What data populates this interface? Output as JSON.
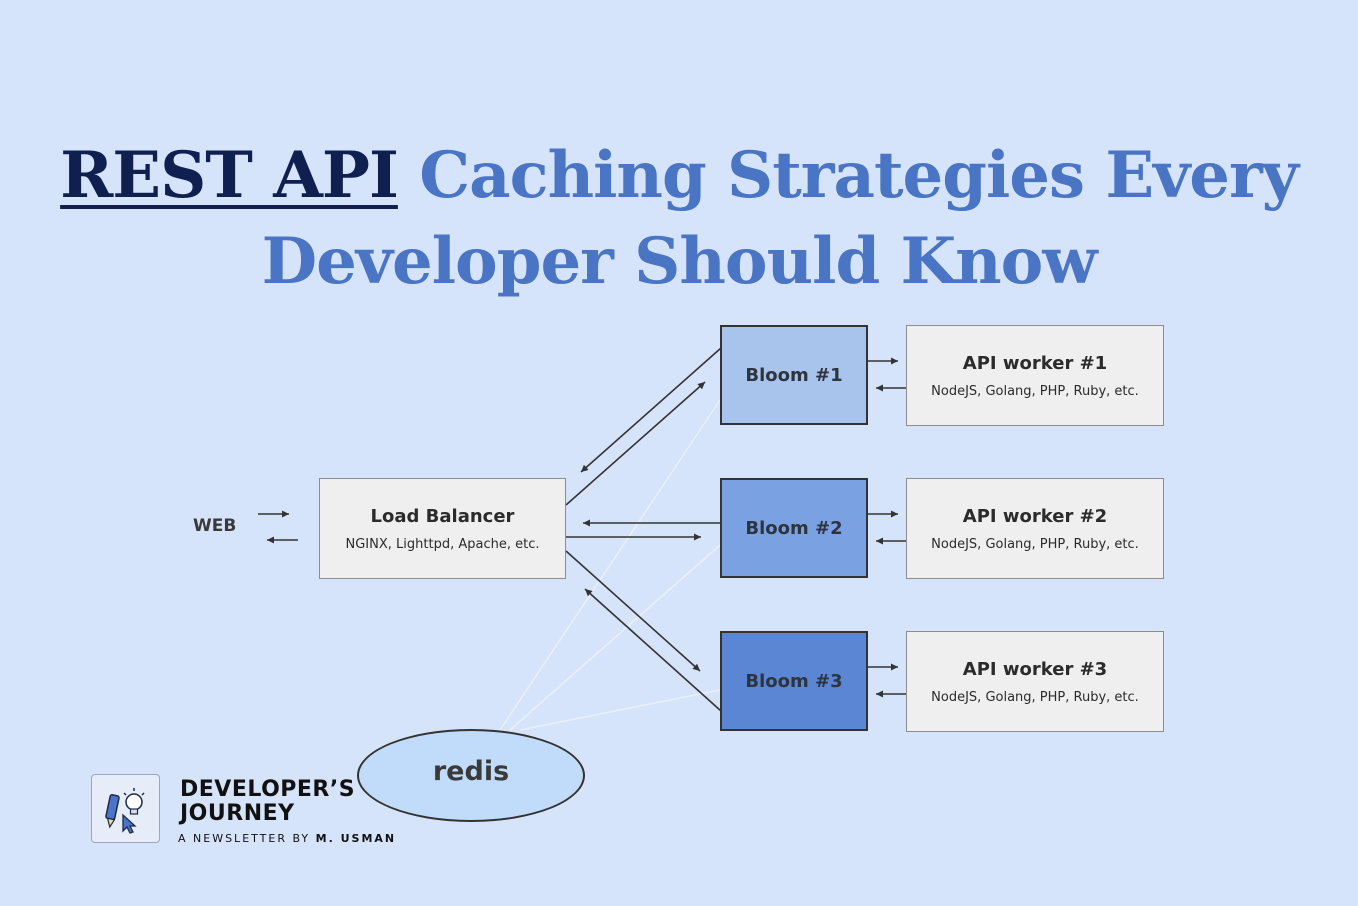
{
  "title": {
    "highlight": "REST API",
    "line1_rest": " Caching Strategies Every",
    "line2": "Developer Should Know"
  },
  "web_label": "WEB",
  "load_balancer": {
    "name": "Load Balancer",
    "sub": "NGINX, Lighttpd, Apache, etc."
  },
  "blooms": [
    "Bloom #1",
    "Bloom #2",
    "Bloom #3"
  ],
  "workers": [
    {
      "name": "API worker #1",
      "sub": "NodeJS, Golang, PHP, Ruby, etc."
    },
    {
      "name": "API worker #2",
      "sub": "NodeJS, Golang, PHP, Ruby, etc."
    },
    {
      "name": "API worker #3",
      "sub": "NodeJS, Golang, PHP, Ruby, etc."
    }
  ],
  "redis_label": "redis",
  "brand": {
    "line1": "DEVELOPER’S",
    "line2": "JOURNEY",
    "tagline_prefix": "A NEWSLETTER BY ",
    "tagline_author": "M. USMAN"
  },
  "colors": {
    "background": "#d6e4fb",
    "title": "#4a74c4",
    "title_highlight": "#0f1f4f",
    "bloom1": "#a8c4ec",
    "bloom2": "#7aa2e3",
    "bloom3": "#5b86d4",
    "redis": "#c1dcfa",
    "box": "#efefef"
  },
  "icons": [
    "pencil-icon",
    "lightbulb-icon",
    "cursor-icon"
  ]
}
